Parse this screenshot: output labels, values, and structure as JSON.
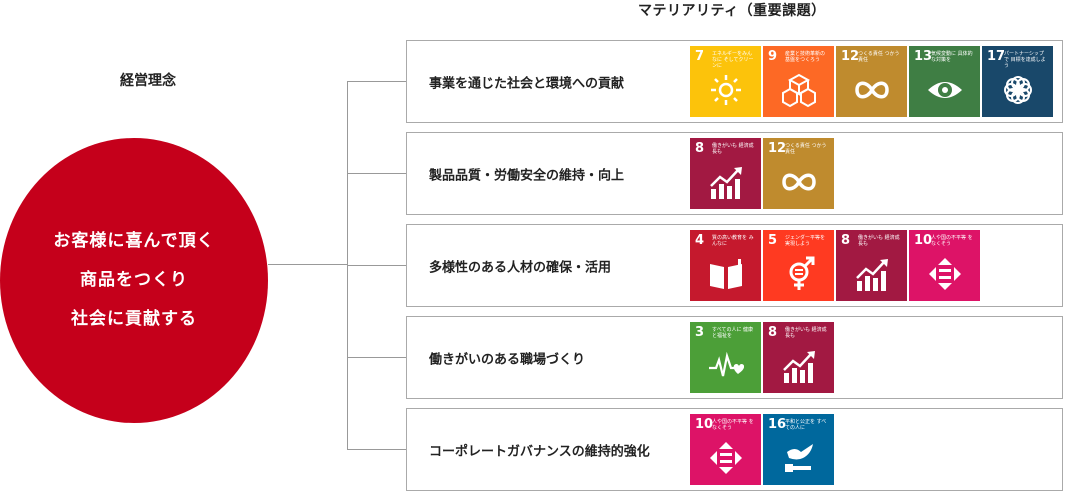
{
  "header": {
    "materiality_title": "マテリアリティ（重要課題）",
    "philosophy_title": "経営理念"
  },
  "philosophy": {
    "line1": "お客様に喜んで頂く",
    "line2": "商品をつくり",
    "line3": "社会に貢献する"
  },
  "colors": {
    "brand_red": "#c5001b",
    "sdg3": "#4c9f38",
    "sdg4": "#c5192d",
    "sdg5": "#ff3a21",
    "sdg7": "#fcc30b",
    "sdg8": "#a21942",
    "sdg9": "#fd6925",
    "sdg10": "#dd1367",
    "sdg12": "#bf8b2e",
    "sdg13": "#3f7e44",
    "sdg16": "#00689d",
    "sdg17": "#19486a"
  },
  "rows": [
    {
      "label": "事業を通じた社会と環境への貢献",
      "sdgs": [
        {
          "num": "7",
          "text": "エネルギーをみんなに そしてクリーンに",
          "icon": "sun-icon"
        },
        {
          "num": "9",
          "text": "産業と技術革新の 基盤をつくろう",
          "icon": "cubes-icon"
        },
        {
          "num": "12",
          "text": "つくる責任 つかう責任",
          "icon": "infinity-icon"
        },
        {
          "num": "13",
          "text": "気候変動に 具体的な対策を",
          "icon": "eye-globe-icon"
        },
        {
          "num": "17",
          "text": "パートナーシップで 目標を達成しよう",
          "icon": "flower-icon"
        }
      ]
    },
    {
      "label": "製品品質・労働安全の維持・向上",
      "sdgs": [
        {
          "num": "8",
          "text": "働きがいも 経済成長も",
          "icon": "growth-chart-icon"
        },
        {
          "num": "12",
          "text": "つくる責任 つかう責任",
          "icon": "infinity-icon"
        }
      ]
    },
    {
      "label": "多様性のある人材の確保・活用",
      "sdgs": [
        {
          "num": "4",
          "text": "質の高い教育を みんなに",
          "icon": "book-icon"
        },
        {
          "num": "5",
          "text": "ジェンダー平等を 実現しよう",
          "icon": "gender-icon"
        },
        {
          "num": "8",
          "text": "働きがいも 経済成長も",
          "icon": "growth-chart-icon"
        },
        {
          "num": "10",
          "text": "人や国の不平等 をなくそう",
          "icon": "equality-icon"
        }
      ]
    },
    {
      "label": "働きがいのある職場づくり",
      "sdgs": [
        {
          "num": "3",
          "text": "すべての人に 健康と福祉を",
          "icon": "heartbeat-icon"
        },
        {
          "num": "8",
          "text": "働きがいも 経済成長も",
          "icon": "growth-chart-icon"
        }
      ]
    },
    {
      "label": "コーポレートガバナンスの維持的強化",
      "sdgs": [
        {
          "num": "10",
          "text": "人や国の不平等 をなくそう",
          "icon": "equality-icon"
        },
        {
          "num": "16",
          "text": "平和と公正を すべての人に",
          "icon": "dove-icon"
        }
      ]
    }
  ]
}
